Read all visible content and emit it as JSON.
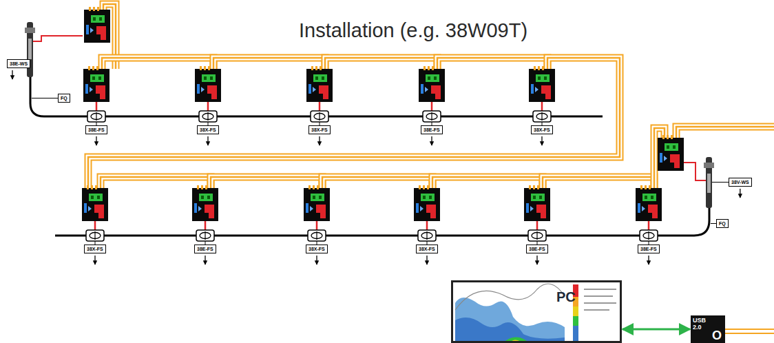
{
  "diagram": {
    "title": "Installation (e.g. 38W09T)",
    "nodes": [
      {
        "text": [
          "38E-WS"
        ]
      },
      {
        "text": [
          "FQ"
        ]
      },
      {
        "text": [
          "38E-FS"
        ]
      },
      {
        "text": [
          "38X-FS"
        ]
      },
      {
        "text": [
          "38X-FS"
        ]
      },
      {
        "text": [
          "38E-FS"
        ]
      },
      {
        "text": [
          "38X-FS"
        ]
      },
      {
        "text": [
          "38X-FS"
        ]
      },
      {
        "text": [
          "38E-FS"
        ]
      },
      {
        "text": [
          "38X-FS"
        ]
      },
      {
        "text": [
          "38X-FS"
        ]
      },
      {
        "text": [
          "38E-FS"
        ]
      },
      {
        "text": [
          "38E-FS"
        ]
      },
      {
        "text": [
          "38V-WS"
        ]
      },
      {
        "text": [
          "FQ"
        ]
      },
      {
        "text": [
          "PC"
        ]
      },
      {
        "text": [
          "USB 2.0",
          "O"
        ]
      }
    ],
    "edges": [
      {
        "from": 15,
        "to": 16,
        "arrow": "both"
      }
    ]
  }
}
